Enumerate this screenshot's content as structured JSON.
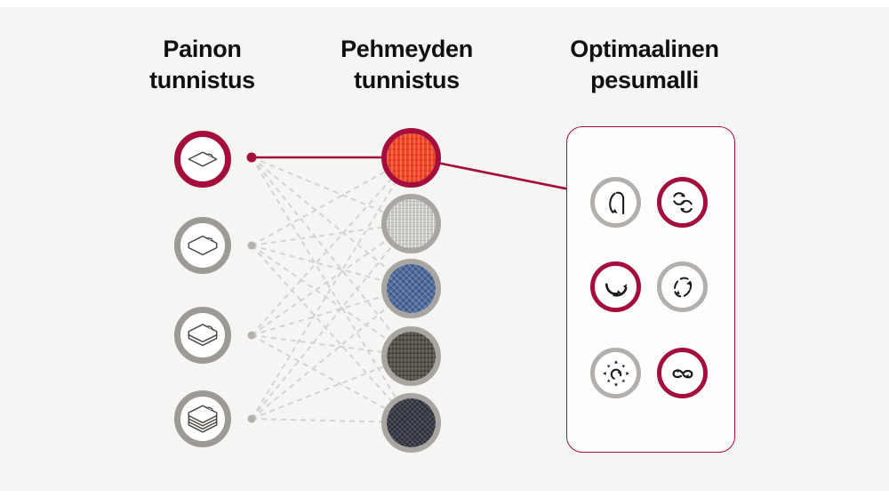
{
  "columns": {
    "weight": {
      "title": "Painon\ntunnistus",
      "items": [
        {
          "icon": "fabric-single-sheet-icon",
          "selected": true
        },
        {
          "icon": "fabric-light-stack-icon",
          "selected": false
        },
        {
          "icon": "fabric-medium-stack-icon",
          "selected": false
        },
        {
          "icon": "fabric-heavy-stack-icon",
          "selected": false
        }
      ]
    },
    "softness": {
      "title": "Pehmeyden\ntunnistus",
      "items": [
        {
          "icon": "orange-knit-swatch",
          "selected": true
        },
        {
          "icon": "light-linen-swatch",
          "selected": false
        },
        {
          "icon": "blue-denim-swatch",
          "selected": false
        },
        {
          "icon": "dark-wool-swatch",
          "selected": false
        },
        {
          "icon": "navy-knit-swatch",
          "selected": false
        }
      ]
    },
    "wash": {
      "title": "Optimaalinen\npesumalli",
      "motions": [
        {
          "icon": "swing-motion-icon",
          "selected": false
        },
        {
          "icon": "tumble-motion-icon",
          "selected": true
        },
        {
          "icon": "rolling-motion-icon",
          "selected": true
        },
        {
          "icon": "rotation-motion-icon",
          "selected": false
        },
        {
          "icon": "scrub-motion-icon",
          "selected": false
        },
        {
          "icon": "filtration-motion-icon",
          "selected": true
        }
      ]
    }
  },
  "connections": {
    "all_weight_to_all_softness_dashed": true,
    "highlighted_path": {
      "weight_index": 0,
      "softness_index": 0,
      "to_panel": true
    }
  },
  "colors": {
    "accent_crimson": "#a50e3c",
    "ring_gray": "#9d9995",
    "dash_gray": "#d4d3d1",
    "dot_gray": "#b4b1ae",
    "background": "#f5f5f4",
    "panel_background": "#fdfdfd",
    "orange_fabric": "#ee4527",
    "linen_gray": "#c9c9c6",
    "denim_blue": "#4e6c9c",
    "dark_wool": "#57514a",
    "navy_knit": "#3b3e4b",
    "text": "#0f0f0f"
  }
}
